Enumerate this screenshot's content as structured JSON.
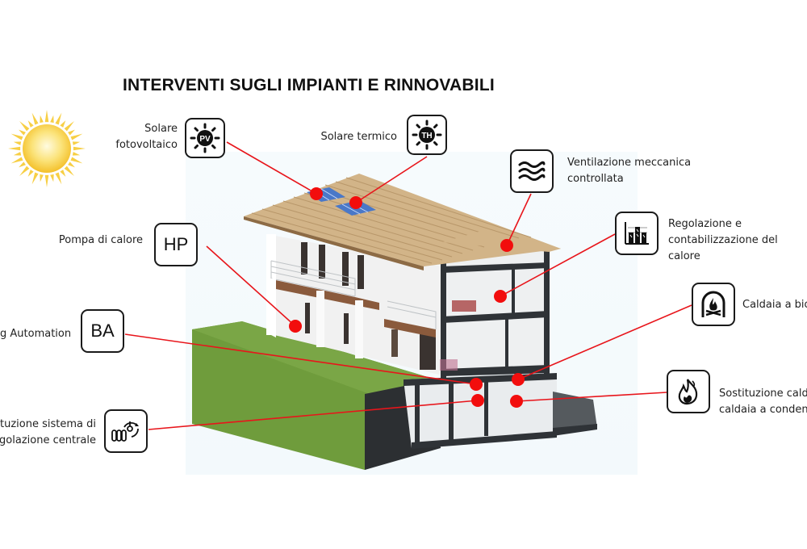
{
  "title": "INTERVENTI SUGLI IMPIANTI E RINNOVABILI",
  "colors": {
    "connector": "#e8151b",
    "marker": "#f20d0d",
    "icon_border": "#1a1a1a",
    "grass": "#6c9a3a",
    "roof": "#cfae82",
    "wall": "#f2f2f2",
    "structure": "#2f3337",
    "sun": "#f7c933"
  },
  "interventions": [
    {
      "id": "pv",
      "label_lines": [
        "Solare",
        "fotovoltaico"
      ],
      "icon": "solar-pv-icon",
      "icon_text": "PV"
    },
    {
      "id": "th",
      "label_lines": [
        "Solare termico"
      ],
      "icon": "solar-thermal-icon",
      "icon_text": "TH"
    },
    {
      "id": "vmc",
      "label_lines": [
        "Ventilazione meccanica",
        "controllata"
      ],
      "icon": "ventilation-waves-icon"
    },
    {
      "id": "reg",
      "label_lines": [
        "Regolazione e",
        "contabilizzazione del",
        "calore"
      ],
      "icon": "bar-chart-meter-icon"
    },
    {
      "id": "bio",
      "label_lines": [
        "Caldaia a bio"
      ],
      "icon": "biomass-fireplace-icon"
    },
    {
      "id": "cond",
      "label_lines": [
        "Sostituzione cald",
        "caldaia a conden"
      ],
      "icon": "flame-icon"
    },
    {
      "id": "hp",
      "label_lines": [
        "Pompa di calore"
      ],
      "icon": "heat-pump-icon",
      "icon_text": "HP"
    },
    {
      "id": "ba",
      "label_lines": [
        "g Automation"
      ],
      "icon": "building-automation-icon",
      "icon_text": "BA"
    },
    {
      "id": "central",
      "label_lines": [
        "tuzione sistema di",
        "golazione centrale"
      ],
      "icon": "radiator-thermostat-icon"
    }
  ]
}
